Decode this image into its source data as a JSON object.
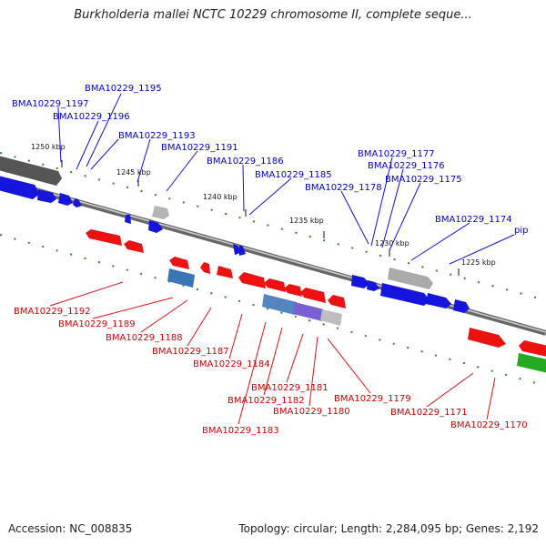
{
  "title": "Burkholderia mallei NCTC 10229 chromosome II, complete seque...",
  "footer": {
    "accession": "Accession: NC_008835",
    "summary": "Topology: circular; Length: 2,284,095 bp; Genes: 2,192"
  },
  "colors": {
    "forward": "#0000ee",
    "reverse": "#ee0000",
    "backbone": "#777777",
    "tick": "#228822",
    "forward_label": "#0000cc",
    "reverse_label": "#cc0000"
  },
  "scale_ticks": [
    "1250 kbp",
    "1245 kbp",
    "1240 kbp",
    "1235 kbp",
    "1230 kbp",
    "1225 kbp"
  ],
  "forward_genes": [
    "BMA10229_1195",
    "BMA10229_1197",
    "BMA10229_1196",
    "BMA10229_1193",
    "BMA10229_1191",
    "BMA10229_1186",
    "BMA10229_1185",
    "BMA10229_1178",
    "BMA10229_1177",
    "BMA10229_1176",
    "BMA10229_1175",
    "BMA10229_1174",
    "pip"
  ],
  "reverse_genes": [
    "BMA10229_1192",
    "BMA10229_1189",
    "BMA10229_1188",
    "BMA10229_1187",
    "BMA10229_1184",
    "BMA10229_1181",
    "BMA10229_1182",
    "BMA10229_1180",
    "BMA10229_1183",
    "BMA10229_1179",
    "BMA10229_1171",
    "BMA10229_1170"
  ]
}
